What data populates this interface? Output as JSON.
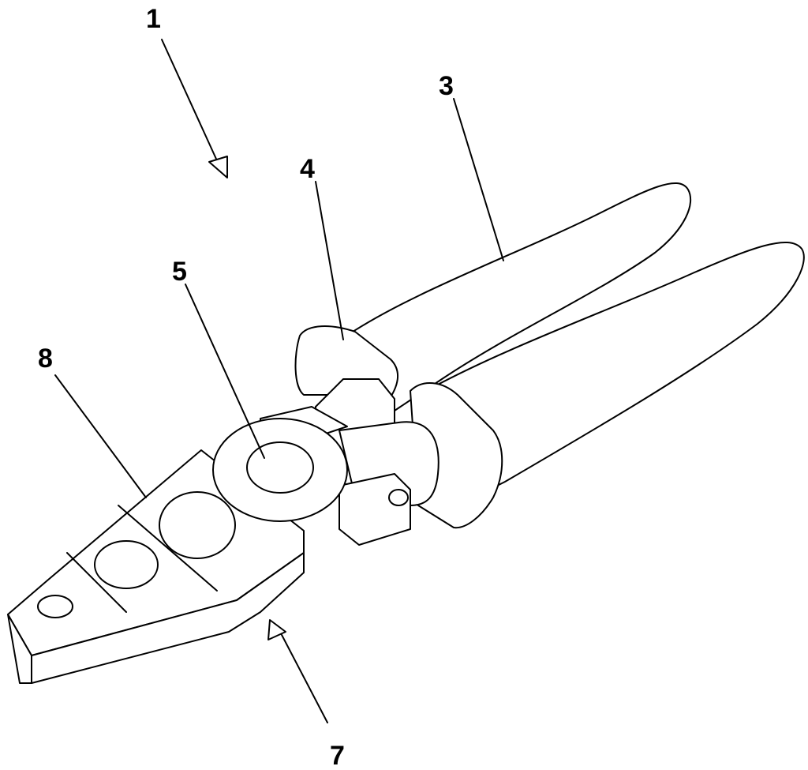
{
  "figure": {
    "labels": {
      "pliers": "1",
      "handles": "3",
      "guard": "4",
      "pivot": "5",
      "jaw_head": "7",
      "jaw_surface": "8"
    },
    "colors": {
      "line": "#000000",
      "background": "#ffffff"
    }
  }
}
